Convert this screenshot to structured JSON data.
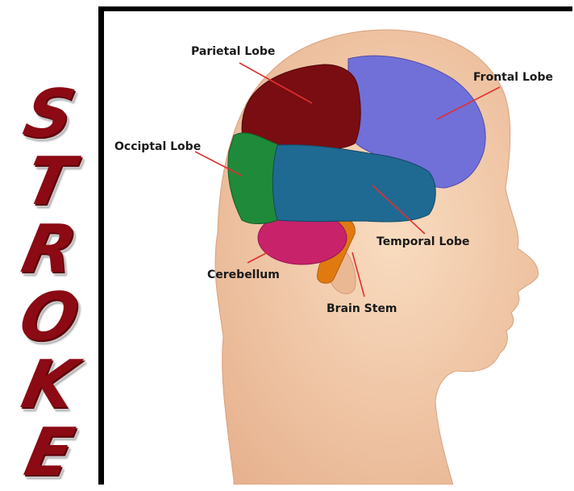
{
  "side_banner": {
    "letters": [
      "S",
      "T",
      "R",
      "O",
      "K",
      "E"
    ]
  },
  "diagram": {
    "labels": {
      "parietal": "Parietal Lobe",
      "frontal": "Frontal Lobe",
      "occipital": "Occiptal Lobe",
      "temporal": "Temporal Lobe",
      "cerebellum": "Cerebellum",
      "brain_stem": "Brain Stem"
    },
    "colors": {
      "skin": "#f2c9a6",
      "parietal": "#7a0d12",
      "frontal": "#7070d8",
      "occipital": "#1f8a3a",
      "temporal": "#1f6a92",
      "cerebellum": "#c8226a",
      "brain_stem": "#e07a10",
      "leader_line": "#e03030",
      "letter": "#8b0a14"
    }
  }
}
